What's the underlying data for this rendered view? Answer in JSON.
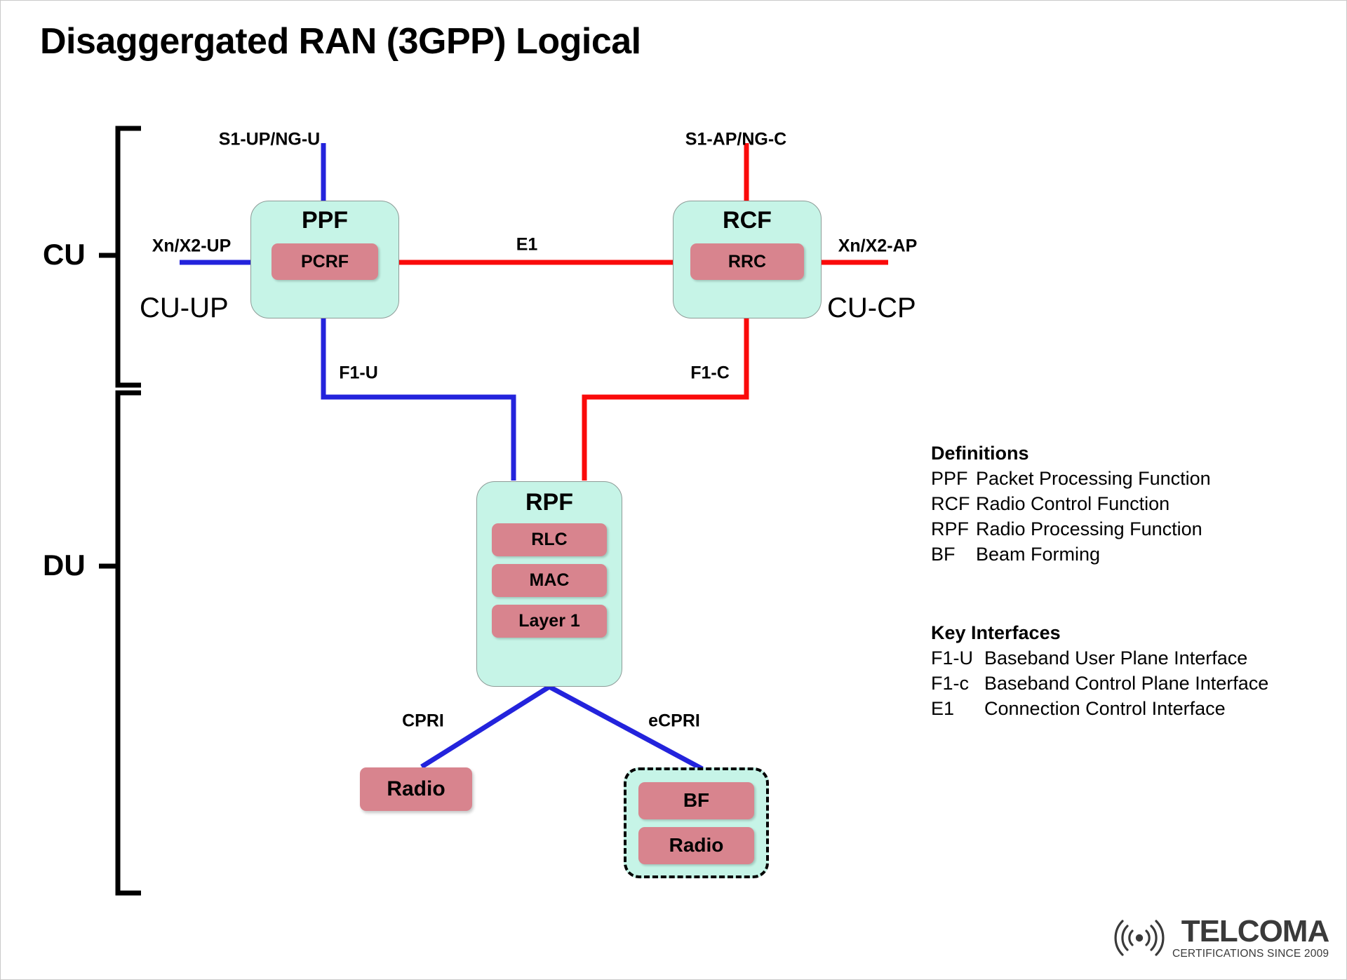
{
  "page": {
    "title": "Disaggergated RAN (3GPP) Logical"
  },
  "groups": {
    "cu": "CU",
    "du": "DU"
  },
  "planes": {
    "cu_up": "CU-UP",
    "cu_cp": "CU-CP"
  },
  "nodes": {
    "ppf": {
      "title": "PPF",
      "blocks": [
        "PCRF"
      ]
    },
    "rcf": {
      "title": "RCF",
      "blocks": [
        "RRC"
      ]
    },
    "rpf": {
      "title": "RPF",
      "blocks": [
        "RLC",
        "MAC",
        "Layer 1"
      ]
    },
    "radio": {
      "label": "Radio"
    },
    "ru": {
      "blocks": [
        "BF",
        "Radio"
      ]
    }
  },
  "edges": {
    "s1_up": "S1-UP/NG-U",
    "s1_ap": "S1-AP/NG-C",
    "xn_up": "Xn/X2-UP",
    "xn_ap": "Xn/X2-AP",
    "e1": "E1",
    "f1_u": "F1-U",
    "f1_c": "F1-C",
    "cpri": "CPRI",
    "ecpri": "eCPRI"
  },
  "legend": {
    "definitions_heading": "Definitions",
    "definitions": [
      {
        "key": "PPF",
        "text": "Packet Processing Function"
      },
      {
        "key": "RCF",
        "text": "Radio Control Function"
      },
      {
        "key": "RPF",
        "text": "Radio Processing Function"
      },
      {
        "key": "BF",
        "text": "Beam Forming"
      }
    ],
    "interfaces_heading": "Key Interfaces",
    "interfaces": [
      {
        "key": "F1-U",
        "text": "Baseband User Plane Interface"
      },
      {
        "key": "F1-c",
        "text": "Baseband Control Plane Interface"
      },
      {
        "key": "E1",
        "text": "Connection Control Interface"
      }
    ]
  },
  "logo": {
    "name": "TELCOMA",
    "tagline": "CERTIFICATIONS SINCE 2009",
    "icon": "signal-wave-icon"
  },
  "colors": {
    "user_plane": "#2323DC",
    "control_plane": "#FA0A0A",
    "node_fill": "#C6F4E7",
    "block_fill": "#D8848E",
    "bracket": "#000000"
  }
}
